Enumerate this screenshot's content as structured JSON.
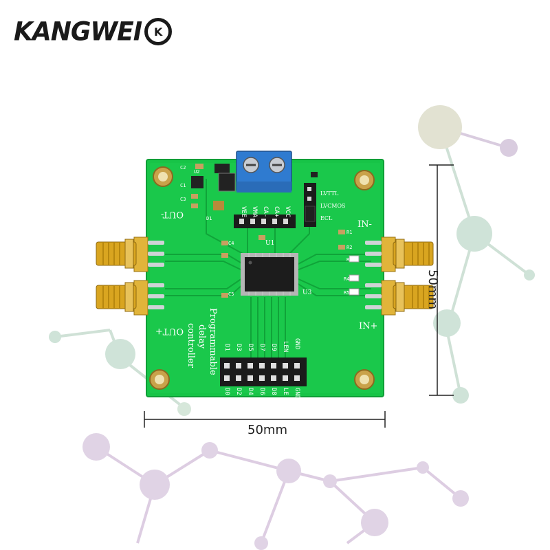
{
  "brand": {
    "name": "KANGWEI",
    "mark": "K"
  },
  "dimensions": {
    "width_label": "50mm",
    "height_label": "50mm"
  },
  "board": {
    "title_lines": [
      "Programmable",
      "delay",
      "controller"
    ],
    "ports": {
      "out_minus": "OUT-",
      "out_plus": "OUT+",
      "in_minus": "IN-",
      "in_plus": "IN+"
    },
    "header_top": [
      "VEE",
      "VMA",
      "CA-",
      "CA+",
      "VCC"
    ],
    "pin_top": [
      "GND",
      "LEN",
      "D9",
      "D7",
      "D5",
      "D3",
      "D1"
    ],
    "pin_bottom": [
      "GND",
      "LE",
      "D8",
      "D6",
      "D4",
      "D2",
      "D0"
    ],
    "jumper_labels": [
      "LVTTL",
      "LVCMOS",
      "ECL"
    ],
    "refs": [
      "C2",
      "C1",
      "C3",
      "C4",
      "C5",
      "D1",
      "R1",
      "R2",
      "R3",
      "R4",
      "R5",
      "U1",
      "U2",
      "U3"
    ]
  },
  "colors": {
    "pcb": "#19c94a",
    "pcb_dark": "#10a83c",
    "gold": "#d9a520",
    "terminal": "#2f78c8",
    "chip": "#222222",
    "deco_purple": "#d7c5dd",
    "deco_green": "#c7e0d2"
  }
}
